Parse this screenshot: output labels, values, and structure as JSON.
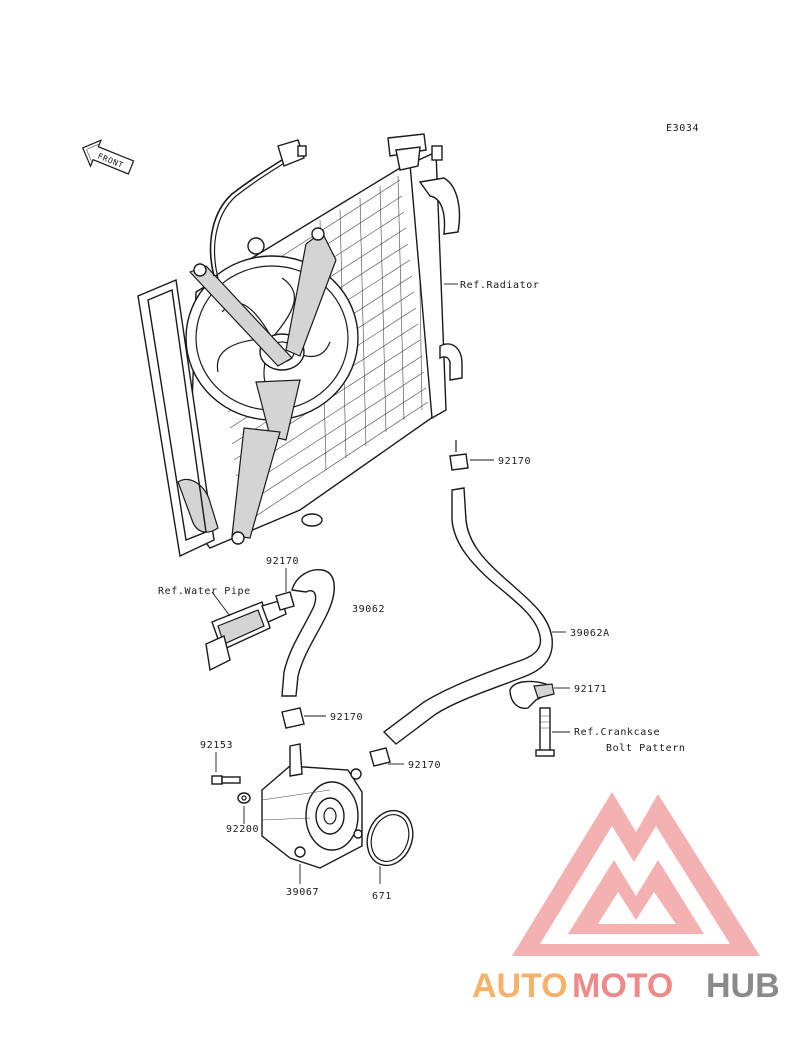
{
  "diagram_code": "E3034",
  "front_marker": "FRONT",
  "labels": {
    "ref_radiator": "Ref.Radiator",
    "ref_water_pipe": "Ref.Water Pipe",
    "ref_crankcase_line1": "Ref.Crankcase",
    "ref_crankcase_line2": "Bolt Pattern",
    "p92170_upper": "92170",
    "p92170_waterpipe": "92170",
    "p39062": "39062",
    "p39062A": "39062A",
    "p92171": "92171",
    "p92170_mid": "92170",
    "p92153": "92153",
    "p92170_lower": "92170",
    "p92200": "92200",
    "p39067": "39067",
    "p671": "671"
  },
  "watermark": {
    "part1": "AUTO",
    "part2": "MOTO",
    "part3": "HUB",
    "colors": {
      "auto": "#f5b26b",
      "moto": "#ef8a8a",
      "hub": "#8a8a8a",
      "logo": "#ee8f8f"
    }
  }
}
